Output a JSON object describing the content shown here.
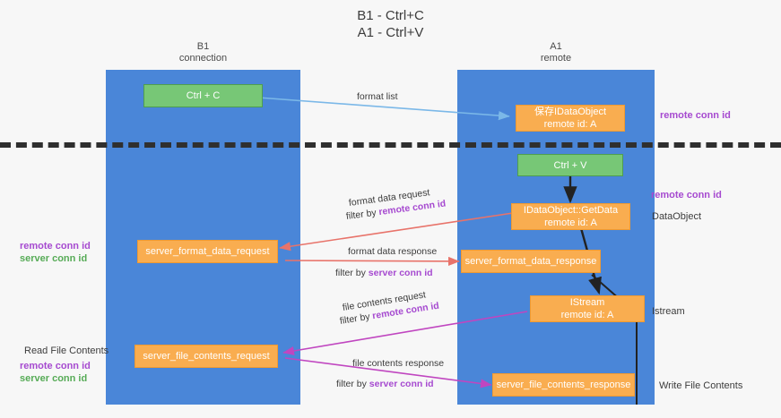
{
  "title": {
    "line1": "B1 - Ctrl+C",
    "line2": "A1 - Ctrl+V"
  },
  "columns": {
    "left": {
      "name": "B1",
      "role": "connection"
    },
    "right": {
      "name": "A1",
      "role": "remote"
    }
  },
  "nodes": {
    "ctrl_c": {
      "label": "Ctrl + C"
    },
    "save_idataobject": {
      "label": "保存IDataObject",
      "sub": "remote id: A"
    },
    "ctrl_v": {
      "label": "Ctrl + V"
    },
    "idataobject_getdata": {
      "label": "IDataObject::GetData",
      "sub": "remote id: A"
    },
    "server_format_data_request": {
      "label": "server_format_data_request"
    },
    "server_format_data_response": {
      "label": "server_format_data_response"
    },
    "istream": {
      "label": "IStream",
      "sub": "remote id: A"
    },
    "server_file_contents_request": {
      "label": "server_file_contents_request"
    },
    "server_file_contents_response": {
      "label": "server_file_contents_response"
    }
  },
  "edge_labels": {
    "format_list": {
      "text": "format list"
    },
    "format_data_request": {
      "text": "format data request"
    },
    "format_data_request_filter": {
      "prefix": "filter by ",
      "highlight": "remote conn id"
    },
    "format_data_response": {
      "text": "format data response"
    },
    "format_data_response_filter": {
      "prefix": "filter by ",
      "highlight": "server conn id"
    },
    "file_contents_request": {
      "text": "file contents request"
    },
    "file_contents_request_filter": {
      "prefix": "filter by ",
      "highlight": "remote conn id"
    },
    "file_contents_response": {
      "text": "file contents response"
    },
    "file_contents_response_filter": {
      "prefix": "filter by ",
      "highlight": "server conn id"
    }
  },
  "annotations": {
    "right_remote_conn_id_top": "remote conn id",
    "right_remote_conn_id_mid": "remote conn id",
    "right_dataobject": "DataObject",
    "right_istream": "Istream",
    "right_write_file_contents": "Write File Contents",
    "left_remote_conn_id_mid": "remote conn id",
    "left_server_conn_id_mid": "server conn id",
    "left_read_file_contents": "Read File Contents",
    "left_remote_conn_id_bottom": "remote conn id",
    "left_server_conn_id_bottom": "server conn id"
  },
  "colors": {
    "lane": "#4a86d8",
    "green_node": "#77c776",
    "orange_node": "#f9ad50",
    "arrow_blue": "#7bb8e8",
    "arrow_red": "#e8736a",
    "arrow_magenta": "#c046c0",
    "arrow_black": "#222222",
    "highlight": "#a64ad0",
    "server_green": "#56ab56",
    "background": "#f7f7f7"
  }
}
